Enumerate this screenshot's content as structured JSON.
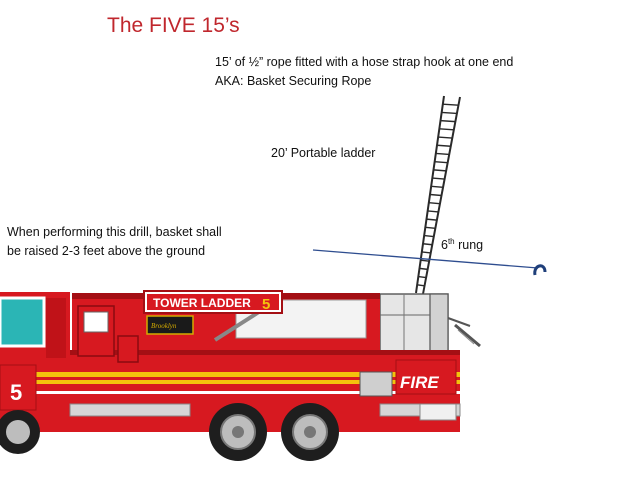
{
  "slide": {
    "title": "The FIVE 15’s",
    "rope_note": {
      "line1": "15’ of ½” rope fitted with a hose strap hook at one end",
      "line2": "AKA: Basket Securing Rope"
    },
    "ladder_note": "20’ Portable ladder",
    "drill_note": {
      "line1": "When performing this drill, basket shall",
      "line2": "be raised 2-3 feet above the ground"
    },
    "rung_note": {
      "number": "6",
      "suffix": "th",
      "label": " rung"
    }
  },
  "truck": {
    "banner": "TOWER LADDER",
    "banner_number": "5",
    "door_number": "5",
    "side_text": "FIRE",
    "plaque_text": "Brooklyn",
    "colors": {
      "body_red": "#d71920",
      "dark_red": "#a40f14",
      "stripe_yellow": "#f4c20d",
      "chrome": "#c9c9c9",
      "cab_glass": "#2bb5b5",
      "title_red": "#c0272d",
      "rope_blue": "#2e4d8f"
    },
    "icons": [
      "fire-truck-illustration",
      "rope-hook-icon",
      "portable-ladder-icon",
      "aerial-basket-icon"
    ]
  }
}
